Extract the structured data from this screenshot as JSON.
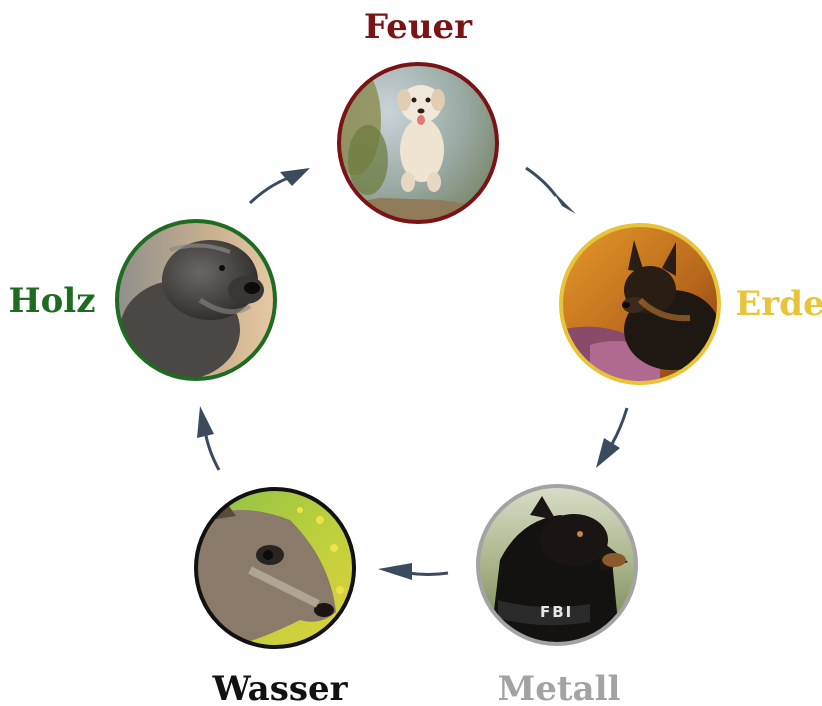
{
  "diagram": {
    "type": "cycle",
    "elements": [
      {
        "id": "feuer",
        "label": "Feuer",
        "color": "#7a1414",
        "photo": "dog-running-photo"
      },
      {
        "id": "erde",
        "label": "Erde",
        "color": "#e8c43a",
        "photo": "german-shepherd-photo"
      },
      {
        "id": "metall",
        "label": "Metall",
        "color": "#a3a3a3",
        "photo": "doberman-fbi-collar-photo"
      },
      {
        "id": "wasser",
        "label": "Wasser",
        "color": "#111111",
        "photo": "shepherd-mix-photo"
      },
      {
        "id": "holz",
        "label": "Holz",
        "color": "#1f6b21",
        "photo": "wirehaired-dachshund-photo"
      }
    ],
    "arrow_color": "#3c4a5e",
    "cycle_direction": "clockwise",
    "cycle_order": [
      "feuer",
      "erde",
      "metall",
      "wasser",
      "holz",
      "feuer"
    ]
  }
}
